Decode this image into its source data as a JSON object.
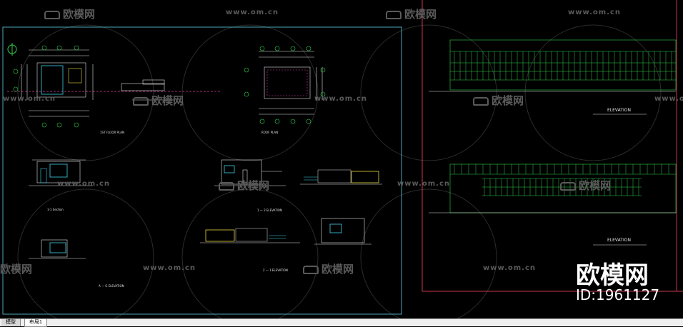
{
  "watermark": {
    "url": "www.om.cn",
    "brand": "欧模网",
    "id": "ID:1961127"
  },
  "drawing": {
    "labels": {
      "first_floor_plan": "1ST FLOOR PLAN",
      "roof_plan": "ROOF PLAN",
      "section": "1-1 Section",
      "elevation_a": "A — G ELEVATION",
      "elevation_1": "1 — 2 ELEVATION",
      "elevation_2": "2 — 1 ELEVATION",
      "right_elevation_top": "ELEVATION",
      "right_elevation_bottom": "ELEVATION"
    }
  },
  "tabs": [
    "模型",
    "布局1"
  ],
  "colors": {
    "background": "#000000",
    "left_frame": "#4aa9b8",
    "right_frame": "#c8394f",
    "green_lines": "#2fd04b",
    "yellow_hatch": "#e8d840",
    "cyan": "#3fd0e8",
    "magenta": "#d040a0"
  }
}
